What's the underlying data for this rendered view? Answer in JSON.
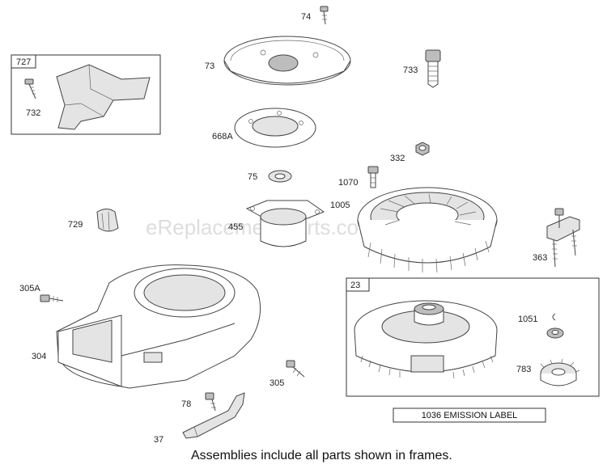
{
  "labels": {
    "p727": "727",
    "p732": "732",
    "p74": "74",
    "p73": "73",
    "p733": "733",
    "p668a": "668A",
    "p332": "332",
    "p75": "75",
    "p1070": "1070",
    "p1005": "1005",
    "p729": "729",
    "p455": "455",
    "p363": "363",
    "p305a": "305A",
    "p23": "23",
    "p1051": "1051",
    "p304": "304",
    "p305": "305",
    "p783": "783",
    "p78": "78",
    "p37": "37"
  },
  "emission_label": "1036 EMISSION LABEL",
  "footer_note": "Assemblies include all parts shown in frames.",
  "watermark": "eReplacementParts.com"
}
